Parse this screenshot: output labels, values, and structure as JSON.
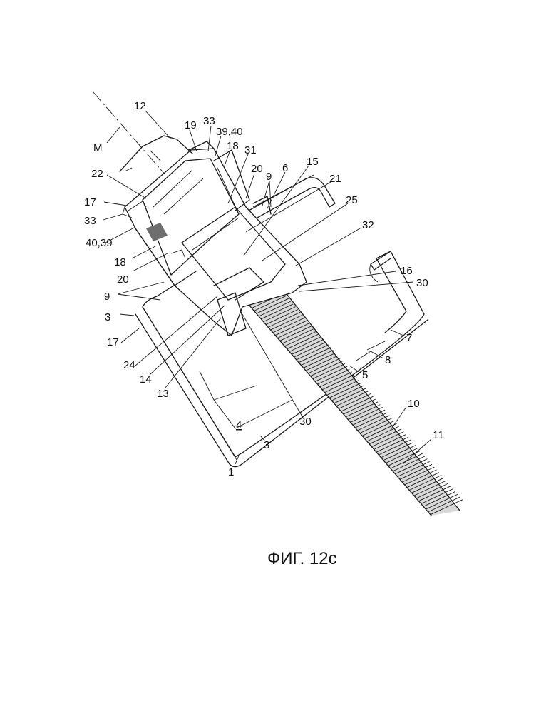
{
  "caption": "ФИГ. 12с",
  "labels": {
    "l12": "12",
    "l19": "19",
    "l33a": "33",
    "l3940a": "39,40",
    "lM": "M",
    "l18a": "18",
    "l31": "31",
    "l20a": "20",
    "l9a": "9",
    "l6": "6",
    "l15": "15",
    "l22": "22",
    "l21": "21",
    "l25": "25",
    "l17a": "17",
    "l33b": "33",
    "l4039": "40,39",
    "l32": "32",
    "l18b": "18",
    "l20b": "20",
    "l16": "16",
    "l30a": "30",
    "l9b": "9",
    "l3a": "3",
    "l7": "7",
    "l17b": "17",
    "l8": "8",
    "l24": "24",
    "l5": "5",
    "l14": "14",
    "l13": "13",
    "l10": "10",
    "l4": "4",
    "l30b": "30",
    "l11": "11",
    "l3b": "3",
    "l1": "1"
  }
}
